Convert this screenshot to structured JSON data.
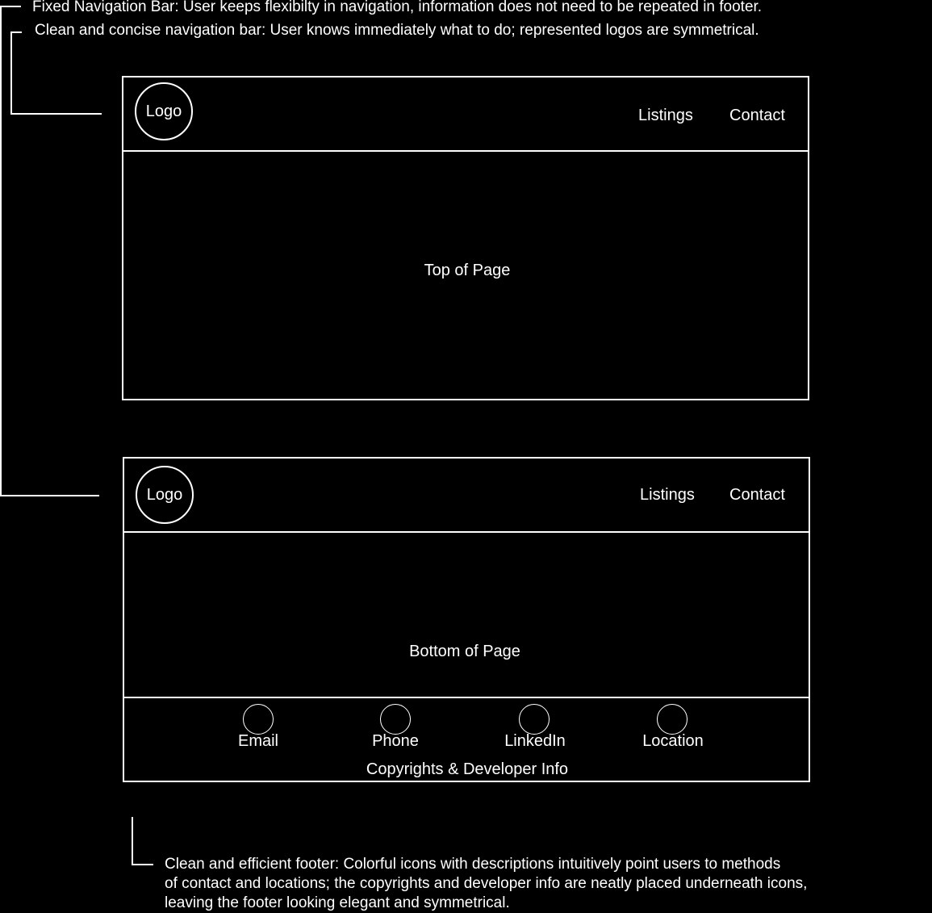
{
  "annotations": {
    "fixed_nav": "Fixed Navigation Bar: User keeps flexibilty in navigation, information does not need to be repeated in footer.",
    "clean_nav": "Clean and concise navigation bar: User knows immediately what to do; represented logos are symmetrical.",
    "footer_note": [
      "Clean and efficient footer: Colorful icons with descriptions intuitively point users to methods",
      "of contact and locations; the copyrights and developer info are neatly placed underneath icons,",
      "leaving the footer looking elegant and symmetrical."
    ]
  },
  "top_frame": {
    "logo": "Logo",
    "nav": [
      "Listings",
      "Contact"
    ],
    "content_label": "Top of Page"
  },
  "bottom_frame": {
    "logo": "Logo",
    "nav": [
      "Listings",
      "Contact"
    ],
    "content_label": "Bottom of Page",
    "footer": {
      "items": [
        {
          "label": "Email",
          "icon": "email-icon"
        },
        {
          "label": "Phone",
          "icon": "phone-icon"
        },
        {
          "label": "LinkedIn",
          "icon": "linkedin-icon"
        },
        {
          "label": "Location",
          "icon": "location-icon"
        }
      ],
      "copyright": "Copyrights & Developer Info"
    }
  }
}
